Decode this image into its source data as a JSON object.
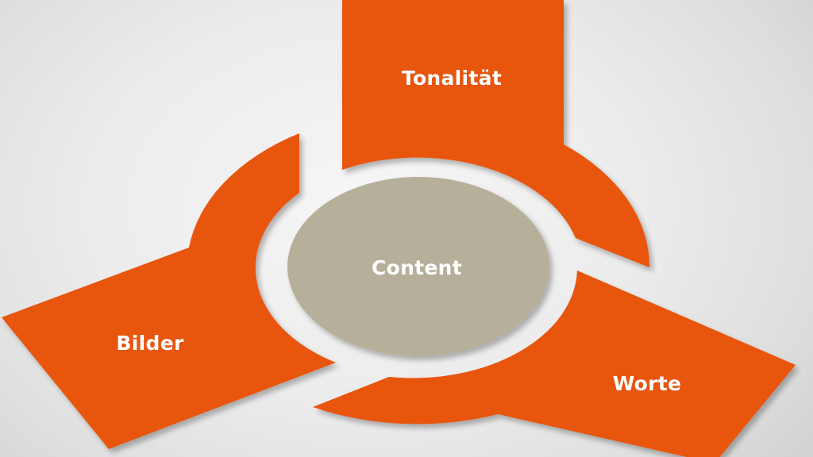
{
  "diagram": {
    "type": "cycle-segments-around-center",
    "center": {
      "label": "Content",
      "color": "#B6AF9A"
    },
    "segments": [
      {
        "id": "top",
        "label": "Tonalität",
        "color": "#E8540A"
      },
      {
        "id": "left",
        "label": "Bilder",
        "color": "#E8540A"
      },
      {
        "id": "bottom-right",
        "label": "Worte",
        "color": "#E8540A"
      }
    ],
    "text_color": "#FFFFFF",
    "background": {
      "center": "#F6F6F6",
      "edge": "#CDCDCD"
    }
  }
}
